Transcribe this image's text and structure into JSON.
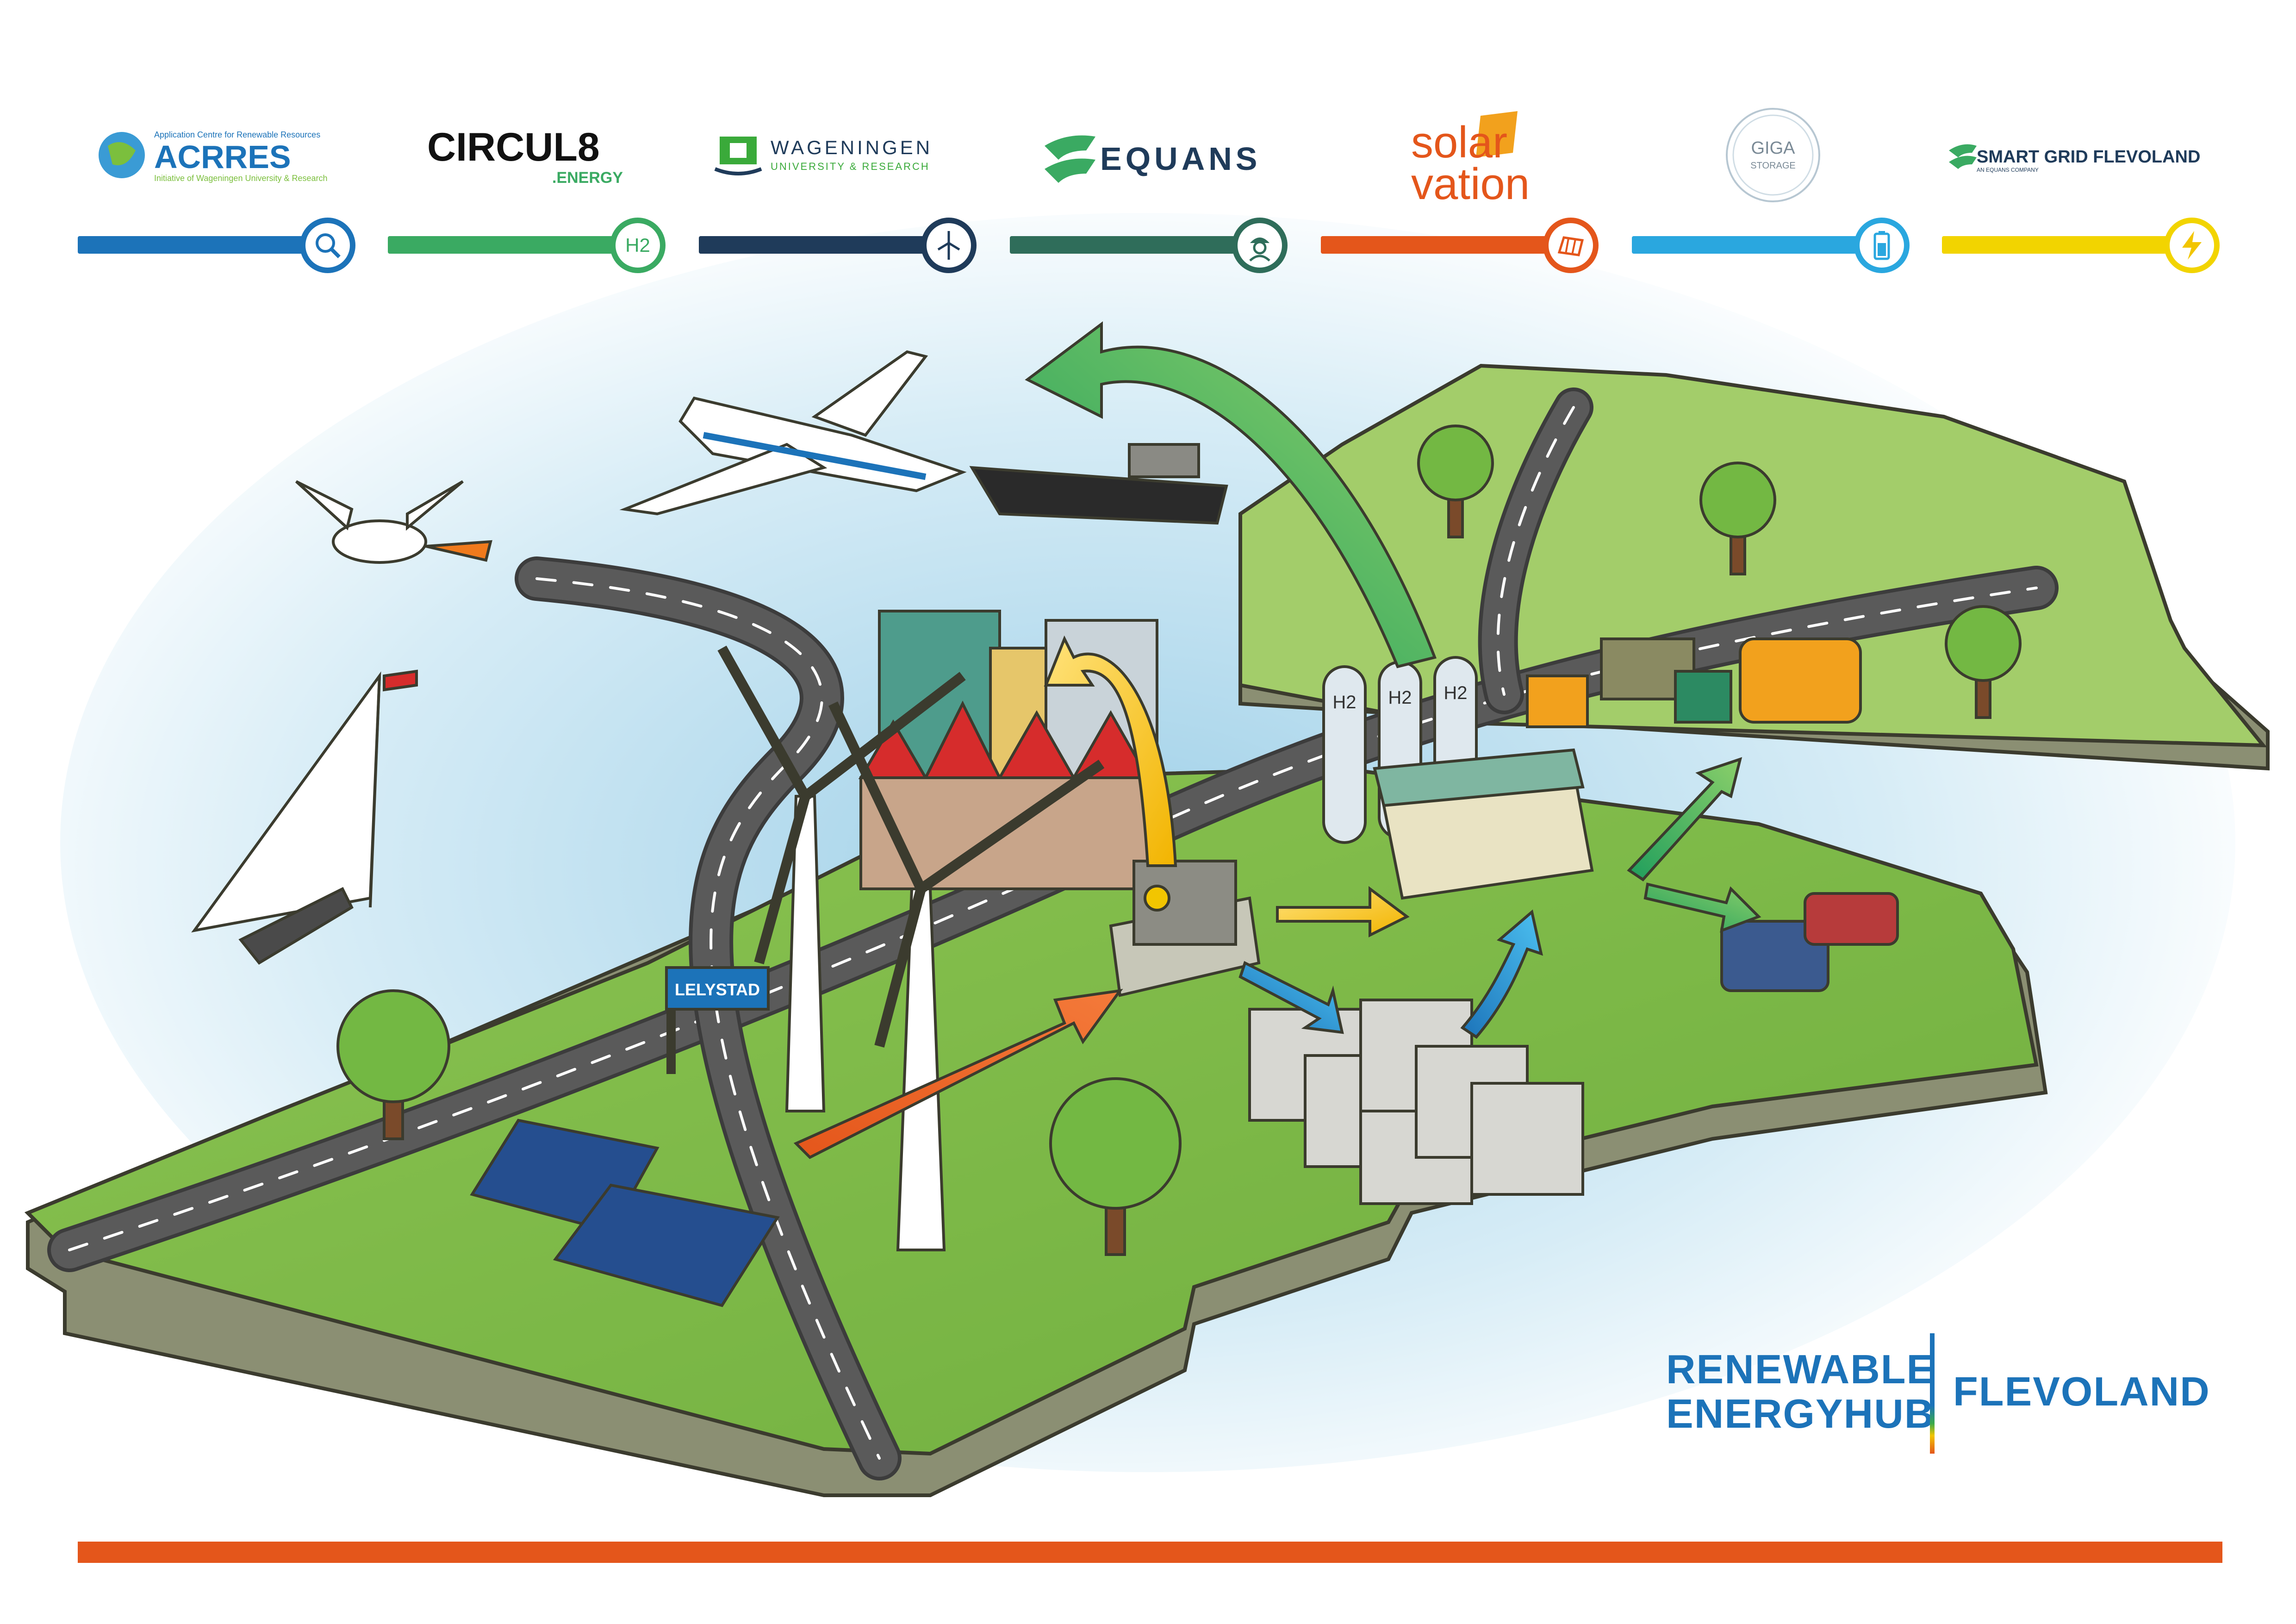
{
  "partners": [
    {
      "id": "acrres",
      "name": "ACRRES",
      "top_text": "Application Centre for Renewable Resources",
      "bottom_text": "Initiative of Wageningen University & Research",
      "bar_color": "#1c73b9",
      "icon": "magnifier-icon"
    },
    {
      "id": "circul8",
      "name": "CIRCUL8",
      "sub": ".ENERGY",
      "bar_color": "#3aaa62",
      "icon": "h2-icon",
      "icon_text": "H2"
    },
    {
      "id": "wageningen",
      "name": "WAGENINGEN",
      "sub": "UNIVERSITY & RESEARCH",
      "bar_color": "#1f3b5a",
      "icon": "wind-turbine-icon"
    },
    {
      "id": "equans",
      "name": "EQUANS",
      "bar_color": "#2f6d5a",
      "icon": "worker-icon"
    },
    {
      "id": "solarvation",
      "name_line1": "solar",
      "name_line2": "vation",
      "bar_color": "#e4561b",
      "icon": "solar-panel-icon"
    },
    {
      "id": "gigastorage",
      "name_line1": "GIGA",
      "name_line2": "STORAGE",
      "bar_color": "#2aa7df",
      "icon": "battery-icon"
    },
    {
      "id": "smartgrid",
      "name": "SMART GRID FLEVOLAND",
      "sub": "AN EQUANS COMPANY",
      "bar_color": "#f2d400",
      "icon": "lightning-icon"
    }
  ],
  "scene": {
    "road_sign": "LELYSTAD",
    "hydrogen_tank_label": "H2"
  },
  "hub": {
    "line1": "RENEWABLE",
    "line2": "ENERGYHUB",
    "line3": "FLEVOLAND"
  },
  "colors": {
    "grass": "#7dbb47",
    "grass_light": "#a9d170",
    "road": "#5a5a5a",
    "water": "#cfe6f2",
    "orange": "#e4561b",
    "blue": "#1c73b9"
  }
}
